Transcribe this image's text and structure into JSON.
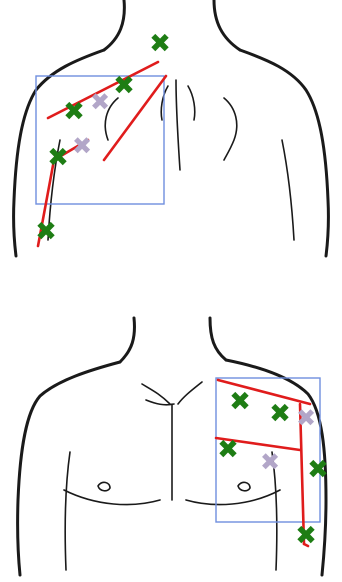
{
  "colors": {
    "roi_box": "#6f8fdf",
    "red_line": "#e01c1c",
    "green_marker": "#1e7d14",
    "lilac_marker": "#b2a6c8",
    "outline": "#1a1a1a"
  },
  "marker_icons": {
    "green": "green-cross-marker-icon",
    "lilac": "lilac-cross-marker-icon"
  },
  "panels": [
    {
      "name": "upper-panel",
      "view": "back-shoulders",
      "green_marker_count": 5,
      "lilac_marker_count": 2,
      "red_line_count": 4
    },
    {
      "name": "lower-panel",
      "view": "front-torso",
      "green_marker_count": 5,
      "lilac_marker_count": 2,
      "red_line_count": 4
    }
  ]
}
